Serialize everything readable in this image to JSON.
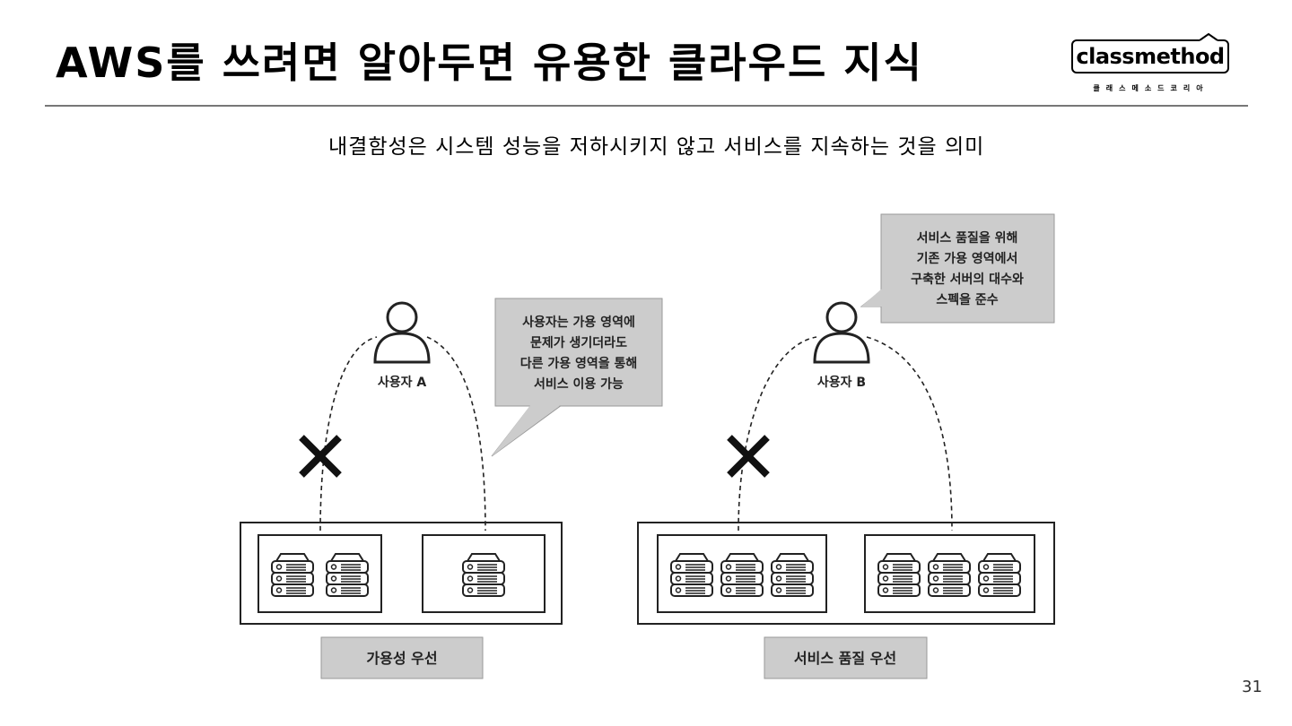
{
  "slide": {
    "title": "AWS를 쓰려면 알아두면 유용한 클라우드 지식",
    "description": "내결함성은 시스템 성능을 저하시키지 않고 서비스를 지속하는 것을 의미",
    "page_number": "31"
  },
  "logo": {
    "name": "classmethod",
    "subtitle": "클래스메소드코리아"
  },
  "diagram": {
    "left": {
      "user_label": "사용자 A",
      "callout_lines": [
        "사용자는 가용 영역에",
        "문제가 생기더라도",
        "다른 가용 영역을 통해",
        "서비스 이용 가능"
      ],
      "caption": "가용성 우선",
      "zone1_servers": 2,
      "zone2_servers": 1
    },
    "right": {
      "user_label": "사용자 B",
      "callout_lines": [
        "서비스 품질을 위해",
        "기존 가용 영역에서",
        "구축한 서버의 대수와",
        "스펙을 준수"
      ],
      "caption": "서비스 품질 우선",
      "zone1_servers": 3,
      "zone2_servers": 3
    }
  },
  "colors": {
    "callout_fill": "#cccccc",
    "caption_fill": "#cccccc",
    "line": "#222222"
  },
  "icons": {
    "user": "user-icon",
    "server": "server-icon",
    "failure": "x-mark-icon"
  }
}
